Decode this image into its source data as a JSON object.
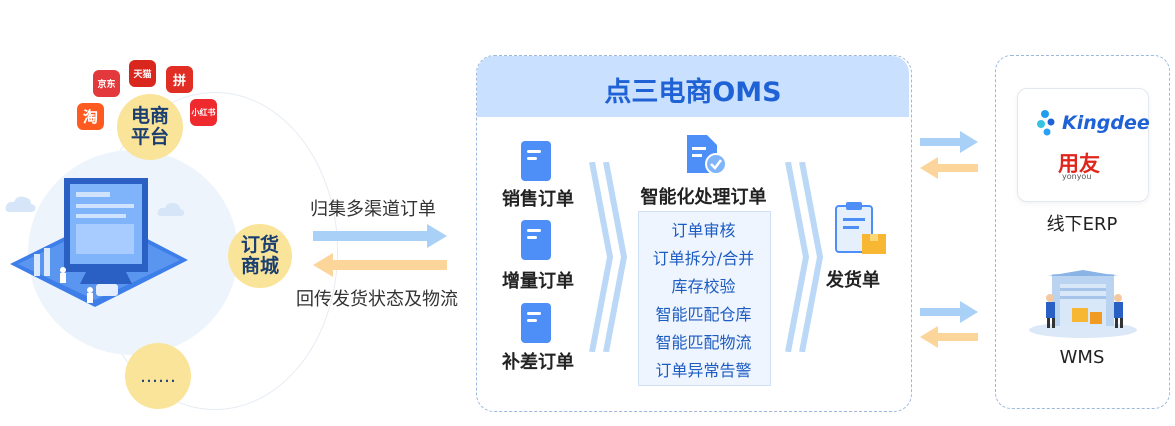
{
  "left": {
    "platform_label": "电商\n平台",
    "mall_label": "订货\n商城",
    "more_label": "……",
    "apps": [
      {
        "name": "taobao",
        "text": "淘",
        "color": "#ff5a1f"
      },
      {
        "name": "jd",
        "text": "京东",
        "color": "#e4393c"
      },
      {
        "name": "tmall",
        "text": "天猫",
        "color": "#d9271e"
      },
      {
        "name": "pinduoduo",
        "text": "拼",
        "color": "#e02e24"
      },
      {
        "name": "xiaohongshu",
        "text": "小红书",
        "color": "#ee2a2f"
      }
    ]
  },
  "flow": {
    "collect_label": "归集多渠道订单",
    "return_label": "回传发货状态及物流"
  },
  "oms": {
    "title": "点三电商OMS",
    "orders": [
      "销售订单",
      "增量订单",
      "补差订单"
    ],
    "processing_title": "智能化处理订单",
    "tasks": [
      "订单审核",
      "订单拆分/合并",
      "库存校验",
      "智能匹配仓库",
      "智能匹配物流",
      "订单异常告警"
    ],
    "output_label": "发货单"
  },
  "right": {
    "kingdee_logo": "Kingdee",
    "yonyou_logo": "用友",
    "yonyou_sub": "yonyou",
    "erp_label": "线下ERP",
    "wms_label": "WMS"
  },
  "colors": {
    "arrow_blue": "#a9d0f7",
    "arrow_orange": "#fbd59a",
    "accent": "#1f62d6",
    "bubble": "#fae49a"
  }
}
